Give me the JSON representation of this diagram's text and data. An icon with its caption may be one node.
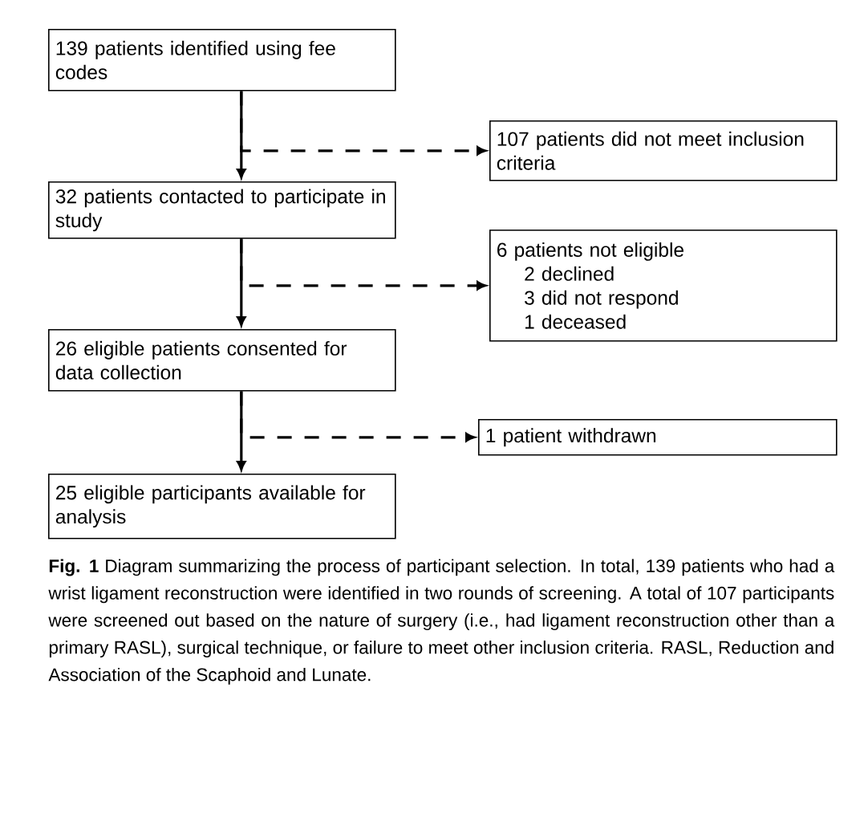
{
  "diagram": {
    "caption": "**Fig. 1** Diagram summarizing the process of participant selection. In total, 139 patients who had a wrist ligament reconstruction were identified in two rounds of screening. A total of 107 participants were screened out based on the nature of surgery (i.e., had ligament reconstruction other than a primary RASL), surgical technique, or failure to meet other inclusion criteria. RASL, Reduction and Association of the Scaphoid and Lunate.",
    "nodes": [
      {
        "text": [
          "139 patients identified using fee codes"
        ]
      },
      {
        "text": [
          "107 patients did not meet inclusion criteria"
        ]
      },
      {
        "text": [
          "32 patients contacted to participate in study"
        ]
      },
      {
        "text": [
          "6 patients not eligible",
          "2 declined",
          "3 did not respond",
          "1 deceased"
        ]
      },
      {
        "text": [
          "26 eligible patients consented for data collection"
        ]
      },
      {
        "text": [
          "1 patient withdrawn"
        ]
      },
      {
        "text": [
          "25 eligible participants available for analysis"
        ]
      }
    ],
    "edges": [
      {
        "from": 0,
        "to": 2,
        "arrow": "to"
      },
      {
        "from": 0,
        "to": 1,
        "arrow": "to",
        "style": "dashed"
      },
      {
        "from": 2,
        "to": 4,
        "arrow": "to"
      },
      {
        "from": 2,
        "to": 3,
        "arrow": "to",
        "style": "dashed"
      },
      {
        "from": 4,
        "to": 6,
        "arrow": "to"
      },
      {
        "from": 4,
        "to": 5,
        "arrow": "to",
        "style": "dashed"
      }
    ]
  }
}
